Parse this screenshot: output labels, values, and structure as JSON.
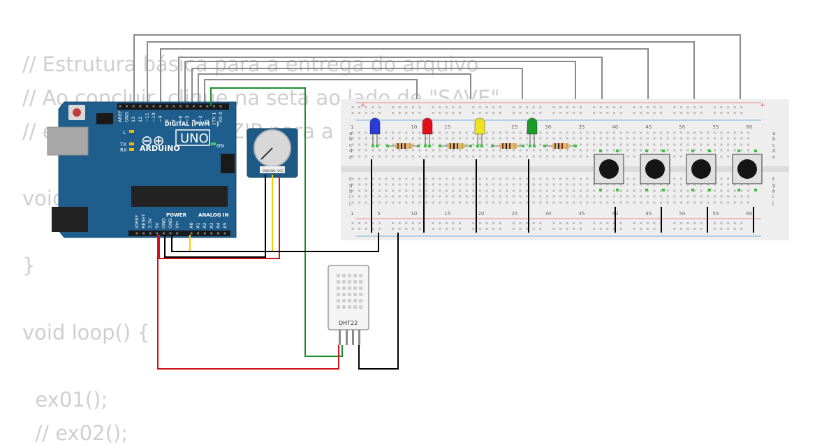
{
  "code_lines": [
    "// Estrutura básica para a entrega do arquivo",
    "// Ao concluir, clique na seta ao lado de \"SAVE\"",
    "// e baixe o arquivo .ZIP para a entrega",
    "void setup() {",
    "}",
    "void loop() {",
    "  ex01();",
    "  // ex02();"
  ],
  "arduino": {
    "brand": "ARDUINO",
    "model": "UNO",
    "digital_header_label": "DIGITAL (PWM ~)",
    "power_label": "POWER",
    "analog_label": "ANALOG IN",
    "on_label": "ON",
    "tx_label": "TX",
    "rx_label": "RX",
    "l_label": "L",
    "digital_pins": [
      "AREF",
      "GND",
      "13",
      "12",
      "~11",
      "~10",
      "~9",
      "8",
      "7",
      "~6",
      "~5",
      "4",
      "~3",
      "2",
      "TX 1",
      "RX 0"
    ],
    "power_pins": [
      "IOREF",
      "RESET",
      "3.3V",
      "5V",
      "GND",
      "GND",
      "Vin"
    ],
    "analog_pins": [
      "A0",
      "A1",
      "A2",
      "A3",
      "A4",
      "A5"
    ]
  },
  "potentiometer": {
    "pins": [
      "GND",
      "SIG",
      "VCC"
    ]
  },
  "dht": {
    "label": "DHT22"
  },
  "breadboard": {
    "row_letters_top": [
      "a",
      "b",
      "c",
      "d",
      "e"
    ],
    "row_letters_bottom": [
      "f",
      "g",
      "h",
      "i",
      "j"
    ],
    "column_numbers": [
      "1",
      "5",
      "10",
      "15",
      "20",
      "25",
      "30",
      "35",
      "40",
      "45",
      "50",
      "55",
      "60"
    ],
    "plus": "+",
    "minus": "-"
  },
  "leds": [
    {
      "color": "blue",
      "fill": "#2b3bd6"
    },
    {
      "color": "red",
      "fill": "#e2101a"
    },
    {
      "color": "yellow",
      "fill": "#f0e21e"
    },
    {
      "color": "green",
      "fill": "#1f9b2c"
    }
  ],
  "wire_colors": {
    "signal": "#8a8a8a",
    "gnd": "#000000",
    "vcc": "#d0121b",
    "analog": "#f2d000",
    "data": "#1a8f2a"
  }
}
